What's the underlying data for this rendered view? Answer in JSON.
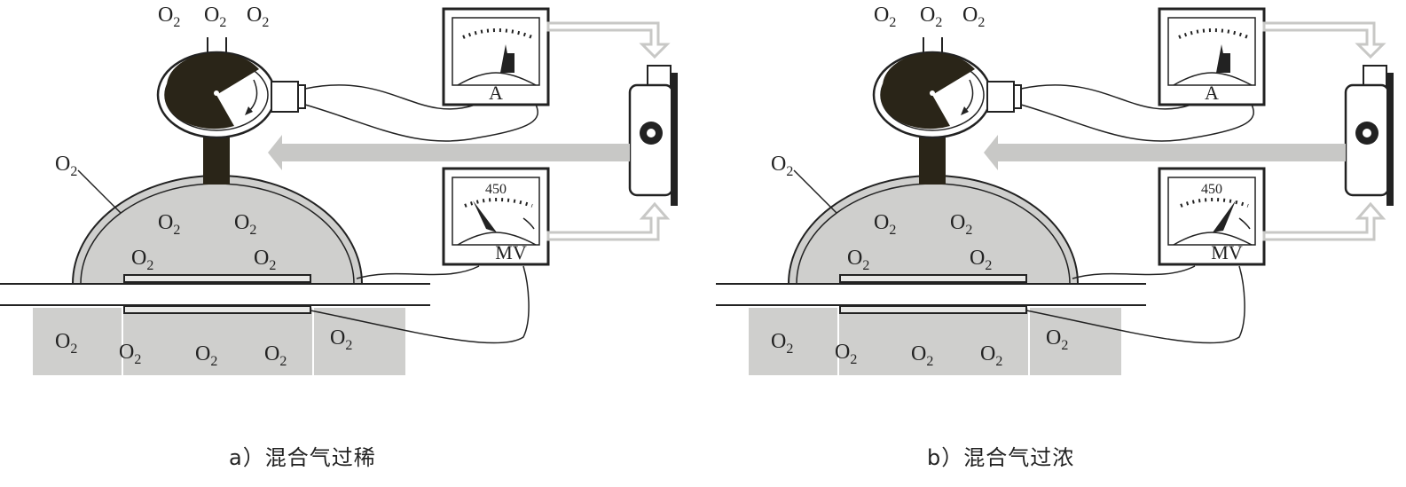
{
  "gas": {
    "symbol": "O",
    "subscript": "2"
  },
  "meters": {
    "ammeter_label": "A",
    "voltmeter_label": "MV",
    "voltmeter_scale": "450"
  },
  "panels": [
    {
      "id": "a",
      "caption": "a）混合气过稀",
      "voltmeter_needle": "low"
    },
    {
      "id": "b",
      "caption": "b）混合气过浓",
      "voltmeter_needle": "high"
    }
  ],
  "colors": {
    "ink": "#222222",
    "fill_gray": "#cfcfcd",
    "arrow_gray": "#c8c8c6",
    "dark_body": "#2a2518"
  }
}
